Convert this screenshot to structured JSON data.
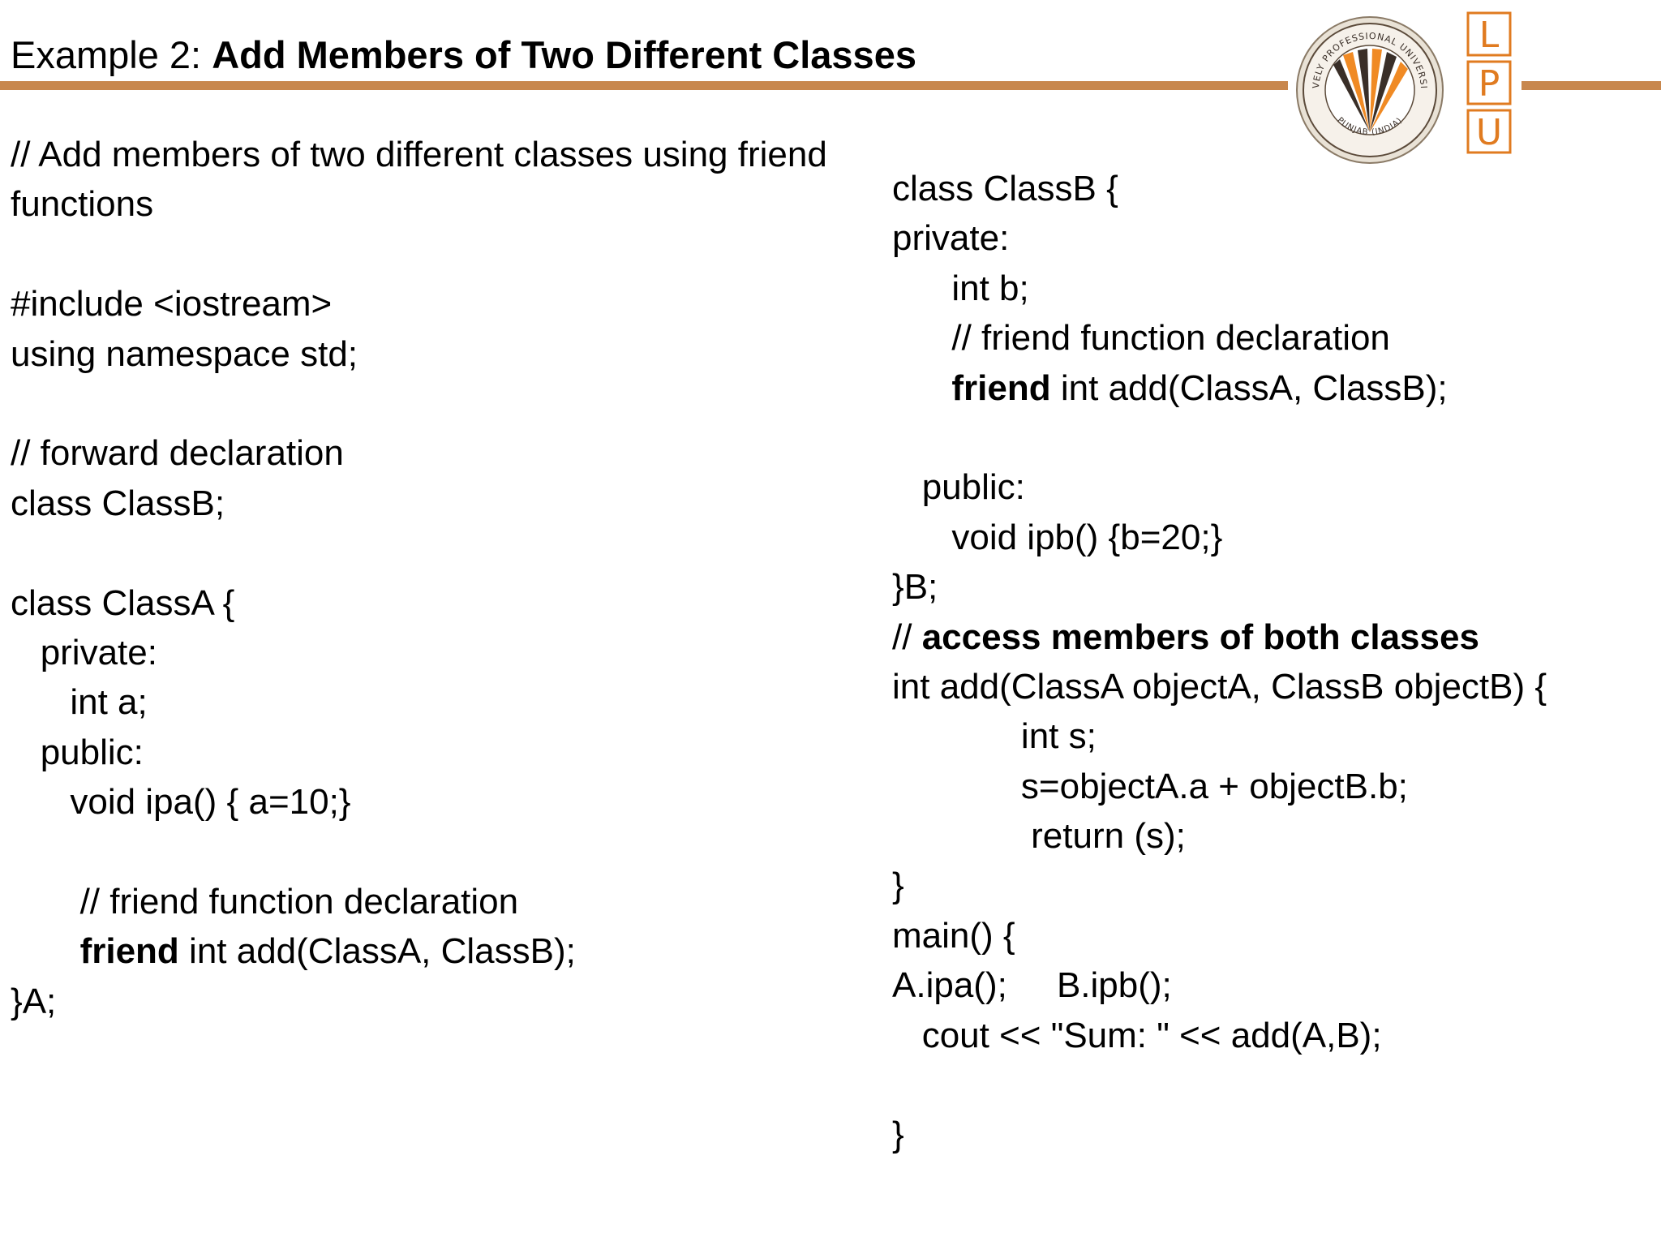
{
  "slide": {
    "title_prefix": "Example 2: ",
    "title_bold": "Add Members of Two Different Classes"
  },
  "logo": {
    "seal_top_text": "LOVELY PROFESSIONAL UNIVERSITY",
    "seal_bottom_text": "PUNJAB (INDIA)",
    "letters": [
      "L",
      "P",
      "U"
    ],
    "accent_color": "#c8874d",
    "letter_color": "#e07b20"
  },
  "code_left": {
    "lines": [
      {
        "indent": "",
        "segments": [
          {
            "text": "// Add members of two different classes using friend",
            "bold": false
          }
        ]
      },
      {
        "indent": "",
        "segments": [
          {
            "text": "functions",
            "bold": false
          }
        ]
      },
      {
        "indent": "",
        "segments": []
      },
      {
        "indent": "",
        "segments": [
          {
            "text": "#include <iostream>",
            "bold": false
          }
        ]
      },
      {
        "indent": "",
        "segments": [
          {
            "text": "using namespace std;",
            "bold": false
          }
        ]
      },
      {
        "indent": "",
        "segments": []
      },
      {
        "indent": "",
        "segments": [
          {
            "text": "// forward declaration",
            "bold": false
          }
        ]
      },
      {
        "indent": "",
        "segments": [
          {
            "text": "class ClassB;",
            "bold": false
          }
        ]
      },
      {
        "indent": "",
        "segments": []
      },
      {
        "indent": "",
        "segments": [
          {
            "text": "class ClassA {",
            "bold": false
          }
        ]
      },
      {
        "indent": "   ",
        "segments": [
          {
            "text": "private:",
            "bold": false
          }
        ]
      },
      {
        "indent": "      ",
        "segments": [
          {
            "text": "int a;",
            "bold": false
          }
        ]
      },
      {
        "indent": "   ",
        "segments": [
          {
            "text": "public:",
            "bold": false
          }
        ]
      },
      {
        "indent": "      ",
        "segments": [
          {
            "text": "void ipa() { a=10;}",
            "bold": false
          }
        ]
      },
      {
        "indent": "",
        "segments": []
      },
      {
        "indent": "       ",
        "segments": [
          {
            "text": "// friend function declaration",
            "bold": false
          }
        ]
      },
      {
        "indent": "       ",
        "segments": [
          {
            "text": "friend",
            "bold": true
          },
          {
            "text": " int add(ClassA, ClassB);",
            "bold": false
          }
        ]
      },
      {
        "indent": "",
        "segments": [
          {
            "text": "}A;",
            "bold": false
          }
        ]
      }
    ]
  },
  "code_right": {
    "lines": [
      {
        "indent": "",
        "segments": [
          {
            "text": "class ClassB {",
            "bold": false
          }
        ]
      },
      {
        "indent": "",
        "segments": [
          {
            "text": "private:",
            "bold": false
          }
        ]
      },
      {
        "indent": "      ",
        "segments": [
          {
            "text": "int b;",
            "bold": false
          }
        ]
      },
      {
        "indent": "      ",
        "segments": [
          {
            "text": "// friend function declaration",
            "bold": false
          }
        ]
      },
      {
        "indent": "      ",
        "segments": [
          {
            "text": "friend",
            "bold": true
          },
          {
            "text": " int add(ClassA, ClassB);",
            "bold": false
          }
        ]
      },
      {
        "indent": "",
        "segments": []
      },
      {
        "indent": "   ",
        "segments": [
          {
            "text": "public:",
            "bold": false
          }
        ]
      },
      {
        "indent": "      ",
        "segments": [
          {
            "text": "void ipb() {b=20;}",
            "bold": false
          }
        ]
      },
      {
        "indent": "",
        "segments": [
          {
            "text": "}B;",
            "bold": false
          }
        ]
      },
      {
        "indent": "",
        "segments": [
          {
            "text": "// ",
            "bold": false
          },
          {
            "text": "access members of both classes",
            "bold": true
          }
        ]
      },
      {
        "indent": "",
        "segments": [
          {
            "text": "int add(ClassA objectA, ClassB objectB) {",
            "bold": false
          }
        ]
      },
      {
        "indent": "             ",
        "segments": [
          {
            "text": "int s;",
            "bold": false
          }
        ]
      },
      {
        "indent": "             ",
        "segments": [
          {
            "text": "s=objectA.a + objectB.b;",
            "bold": false
          }
        ]
      },
      {
        "indent": "              ",
        "segments": [
          {
            "text": "return (s);",
            "bold": false
          }
        ]
      },
      {
        "indent": "",
        "segments": [
          {
            "text": "}",
            "bold": false
          }
        ]
      },
      {
        "indent": "",
        "segments": [
          {
            "text": "main() {",
            "bold": false
          }
        ]
      },
      {
        "indent": "",
        "segments": [
          {
            "text": "A.ipa();     B.ipb();",
            "bold": false
          }
        ]
      },
      {
        "indent": "   ",
        "segments": [
          {
            "text": "cout << \"Sum: \" << add(A,B);",
            "bold": false
          }
        ]
      },
      {
        "indent": "",
        "segments": []
      },
      {
        "indent": "",
        "segments": [
          {
            "text": "}",
            "bold": false
          }
        ]
      }
    ]
  }
}
